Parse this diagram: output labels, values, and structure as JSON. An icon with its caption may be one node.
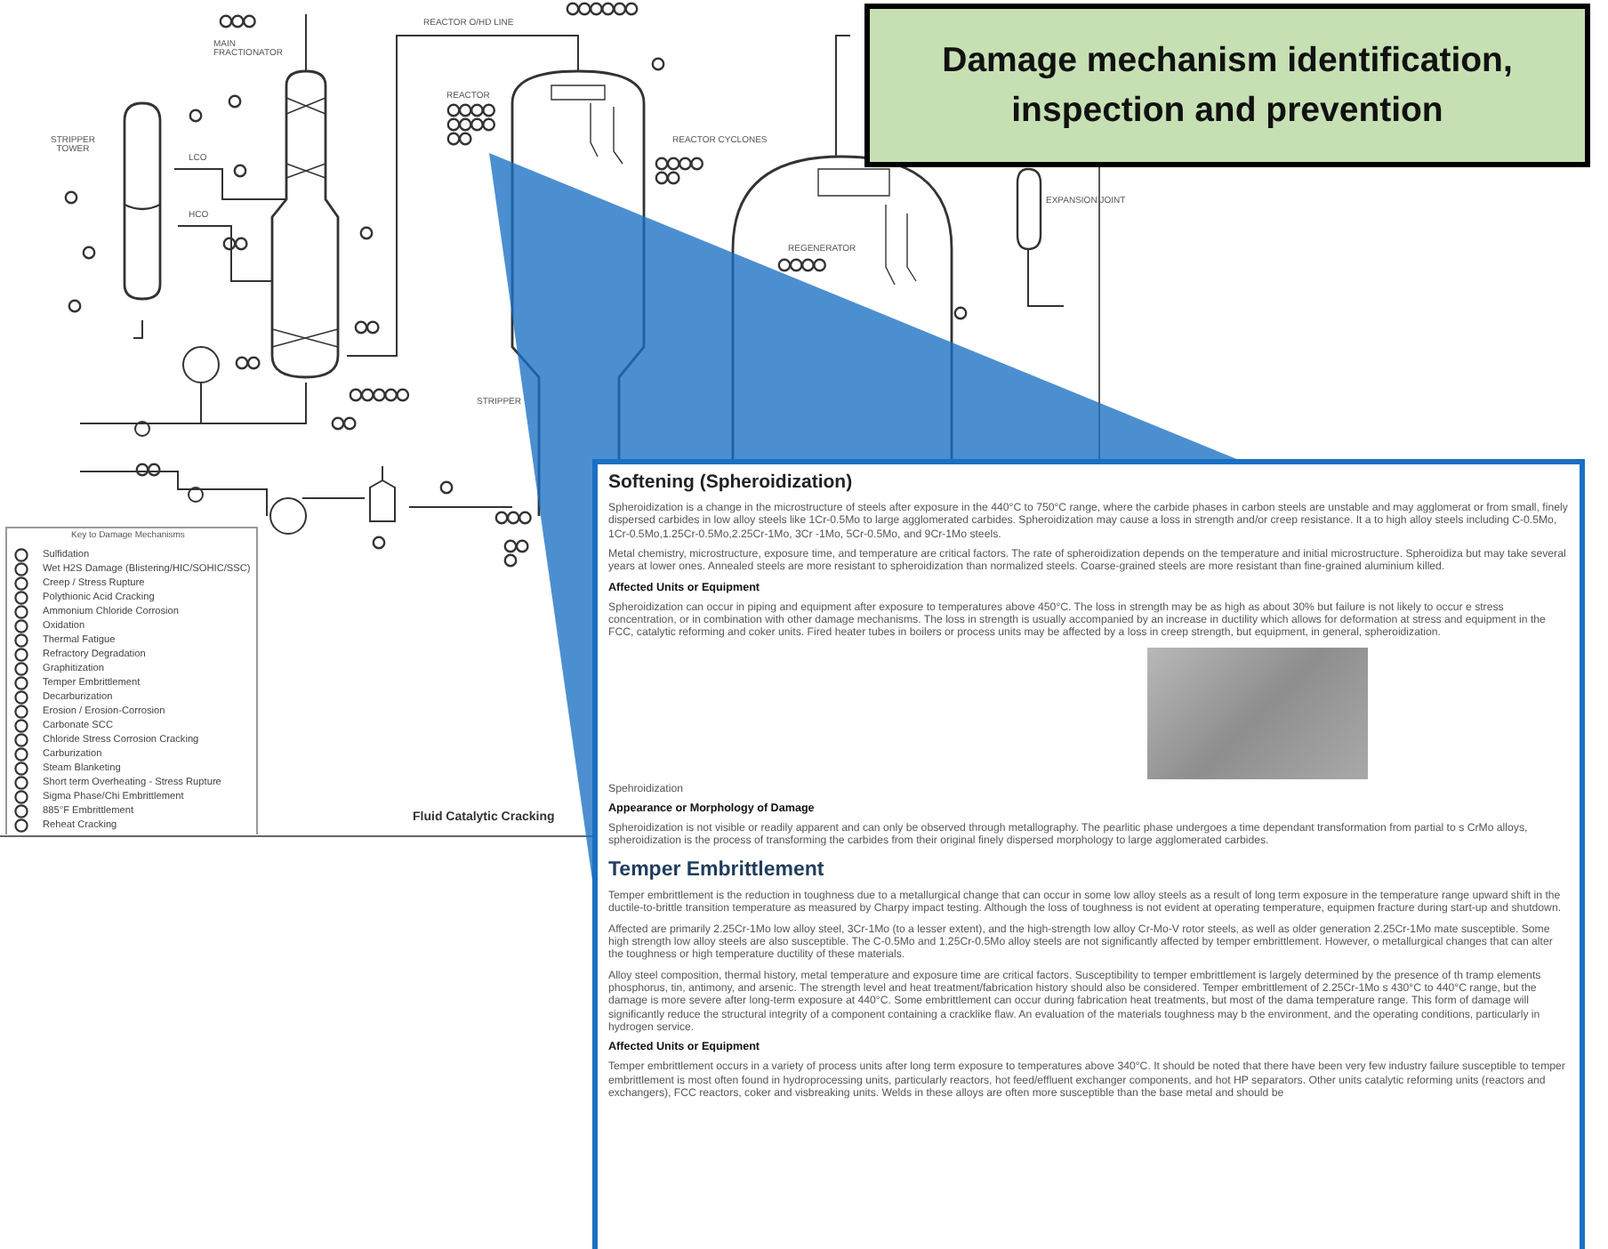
{
  "diagram": {
    "title": "Damage mechanism identification, inspection and prevention",
    "nodes": [
      {
        "text": [
          "Softening (Spheroidization)",
          "Spheroidization is a change in the microstructure of steels after exposure in the 440°C to 750°C range, where the carbide phases in carbon steels are unstable and may agglomerat or from small, finely dispersed carbides in low alloy steels like 1Cr-0.5Mo to large agglomerated carbides. Spheroidization may cause a loss in strength and/or creep resistance. It a to high alloy steels including C-0.5Mo, 1Cr-0.5Mo,1.25Cr-0.5Mo,2.25Cr-1Mo, 3Cr -1Mo, 5Cr-0.5Mo, and 9Cr-1Mo steels.",
          "Metal chemistry, microstructure, exposure time, and temperature are critical factors. The rate of spheroidization depends on the temperature and initial microstructure. Spheroidiza but may take several years at lower ones. Annealed steels are more resistant to spheroidization than normalized steels. Coarse-grained steels are more resistant than fine-grained aluminium killed.",
          "Affected Units or Equipment",
          "Spheroidization can occur in piping and equipment after exposure to temperatures above 450°C. The loss in strength may be as high as about 30% but failure is not likely to occur e stress concentration, or in combination with other damage mechanisms. The loss in strength is usually accompanied by an increase in ductility which allows for deformation at stress and equipment in the FCC, catalytic reforming and coker units. Fired heater tubes in boilers or process units may be affected by a loss in creep strength, but equipment, in general, spheroidization.",
          "Spehroidization",
          "Appearance or Morphology of Damage",
          "Spheroidization is not visible or readily apparent and can only be observed through metallography. The pearlitic phase undergoes a time dependant transformation from partial to s CrMo alloys, spheroidization is the process of transforming the carbides from their original finely dispersed morphology to large agglomerated carbides.",
          "Temper Embrittlement",
          "Temper embrittlement is the reduction in toughness due to a metallurgical change that can occur in some low alloy steels as a result of long term exposure in the temperature range upward shift in the ductile-to-brittle transition temperature as measured by Charpy impact testing. Although the loss of toughness is not evident at operating temperature, equipmen fracture during start-up and shutdown.",
          "Affected are primarily 2.25Cr-1Mo low alloy steel, 3Cr-1Mo (to a lesser extent), and the high-strength low alloy Cr-Mo-V rotor steels, as well as older generation 2.25Cr-1Mo mate susceptible. Some high strength low alloy steels are also susceptible. The C-0.5Mo and 1.25Cr-0.5Mo alloy steels are not significantly affected by temper embrittlement. However, o metallurgical changes that can alter the toughness or high temperature ductility of these materials.",
          "Alloy steel composition, thermal history, metal temperature and exposure time are critical factors. Susceptibility to temper embrittlement is largely determined by the presence of th tramp elements phosphorus, tin, antimony, and arsenic. The strength level and heat treatment/fabrication history should also be considered. Temper embrittlement of 2.25Cr-1Mo s 430°C to 440°C range, but the damage is more severe after long-term exposure at 440°C. Some embrittlement can occur during fabrication heat treatments, but most of the dama temperature range. This form of damage will significantly reduce the structural integrity of a component containing a cracklike flaw. An evaluation of the materials toughness may b the environment, and the operating conditions, particularly in hydrogen service.",
          "Affected Units or Equipment",
          "Temper embrittlement occurs in a variety of process units after long term exposure to temperatures above 340°C. It should be noted that there have been very few industry failure susceptible to temper embrittlement is most often found in hydroprocessing units, particularly reactors, hot feed/effluent exchanger components, and hot HP separators. Other units catalytic reforming units (reactors and exchangers), FCC reactors, coker and visbreaking units. Welds in these alloys are often more susceptible than the base metal and should be"
        ]
      }
    ],
    "labels": [
      "REACTOR O/HD LINE",
      "MAIN FRACTIONATOR",
      "REACTOR",
      "STRIPPER TOWER",
      "LCO",
      "REACTOR CYCLONES",
      "HCO",
      "EXPANSION JOINT",
      "REGENERATOR",
      "STRIPPER",
      "Key to Damage Mechanisms",
      "Fluid Catalytic Cracking"
    ],
    "legend": [
      {
        "text": "Sulfidation"
      },
      {
        "text": "Wet H2S Damage (Blistering/HIC/SOHIC/SSC)"
      },
      {
        "text": "Creep / Stress Rupture"
      },
      {
        "text": "Polythionic Acid Cracking"
      },
      {
        "text": "Ammonium Chloride Corrosion"
      },
      {
        "text": "Oxidation"
      },
      {
        "text": "Thermal Fatigue"
      },
      {
        "text": "Refractory Degradation"
      },
      {
        "text": "Graphitization"
      },
      {
        "text": "Temper Embrittlement"
      },
      {
        "text": "Decarburization"
      },
      {
        "text": "Erosion / Erosion-Corrosion"
      },
      {
        "text": "Carbonate SCC"
      },
      {
        "text": "Chloride Stress Corrosion Cracking"
      },
      {
        "text": "Carburization"
      },
      {
        "text": "Steam Blanketing"
      },
      {
        "text": "Short term Overheating - Stress Rupture"
      },
      {
        "text": "Sigma Phase/Chi Embrittlement"
      },
      {
        "text": "885°F Embrittlement"
      },
      {
        "text": "Reheat Cracking"
      }
    ]
  }
}
